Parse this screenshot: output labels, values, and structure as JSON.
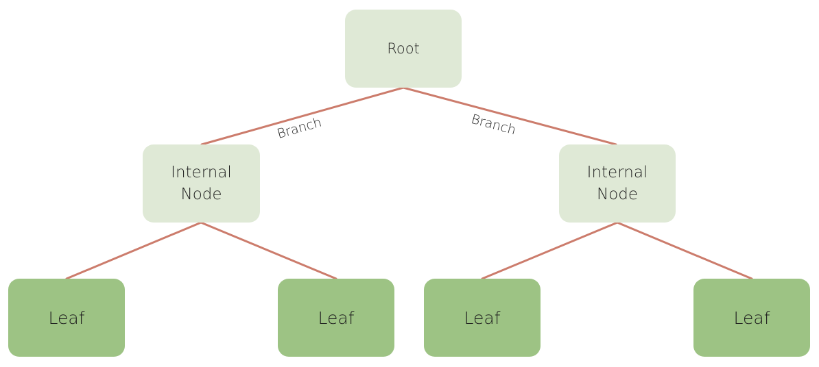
{
  "colors": {
    "edge": "#cc7c6c",
    "node_light": "#dfe9d6",
    "node_dark": "#9dc384",
    "text": "#1f1f1f"
  },
  "tree": {
    "root": {
      "label": "Root"
    },
    "internal_left": {
      "label": "Internal\nNode"
    },
    "internal_right": {
      "label": "Internal\nNode"
    },
    "leaves": [
      {
        "label": "Leaf"
      },
      {
        "label": "Leaf"
      },
      {
        "label": "Leaf"
      },
      {
        "label": "Leaf"
      }
    ],
    "edge_labels": {
      "left_branch": "Branch",
      "right_branch": "Branch"
    }
  }
}
